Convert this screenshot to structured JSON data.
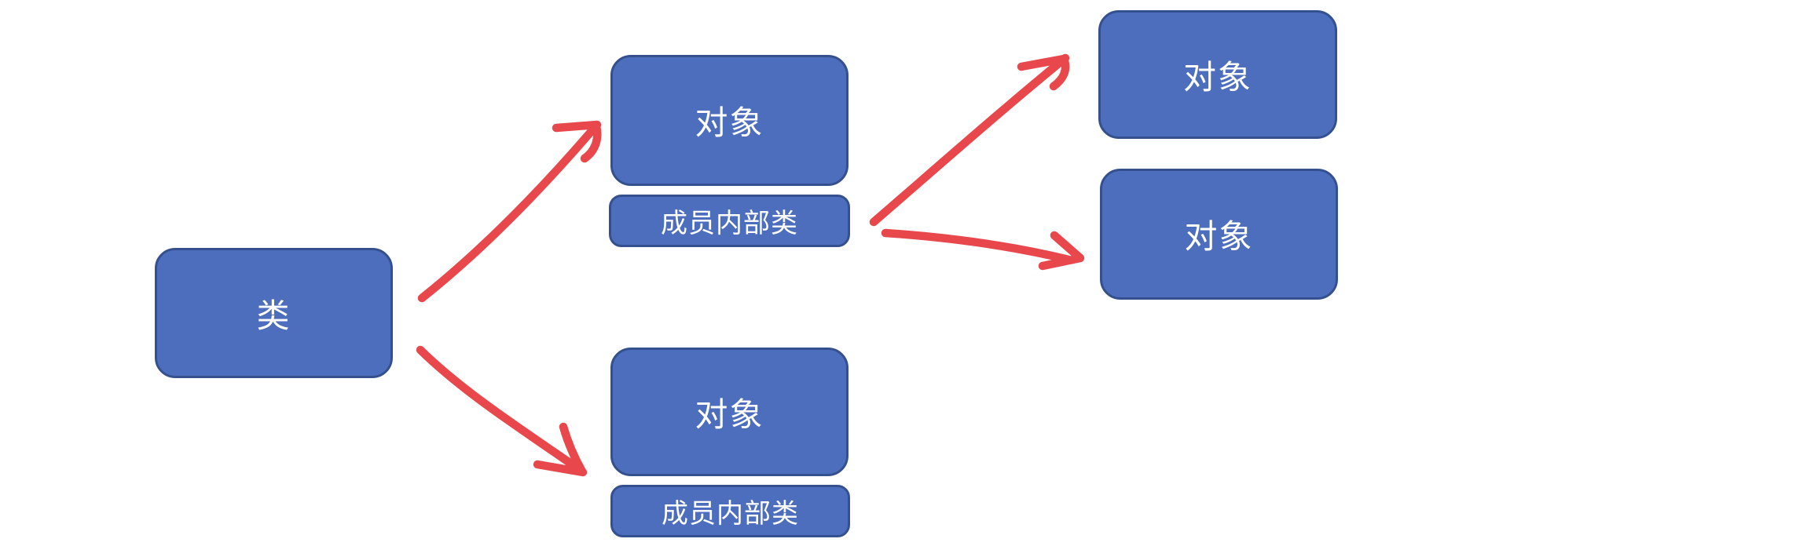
{
  "diagram": {
    "nodes": [
      {
        "id": "class",
        "label": "类"
      },
      {
        "id": "object-top",
        "label": "对象"
      },
      {
        "id": "object-top-inner",
        "label": "成员内部类"
      },
      {
        "id": "object-bottom",
        "label": "对象"
      },
      {
        "id": "object-bottom-inner",
        "label": "成员内部类"
      },
      {
        "id": "object-right-top",
        "label": "对象"
      },
      {
        "id": "object-right-bottom",
        "label": "对象"
      }
    ],
    "edges": [
      {
        "from": "class",
        "to": "object-top"
      },
      {
        "from": "class",
        "to": "object-bottom"
      },
      {
        "from": "object-top-inner",
        "to": "object-right-top"
      },
      {
        "from": "object-top-inner",
        "to": "object-right-bottom"
      }
    ],
    "colors": {
      "background": "#FFFFFF",
      "node_fill": "#4C6EBD",
      "node_border": "#35508F",
      "node_text": "#FFFFFF",
      "arrow": "#E8484C"
    }
  }
}
